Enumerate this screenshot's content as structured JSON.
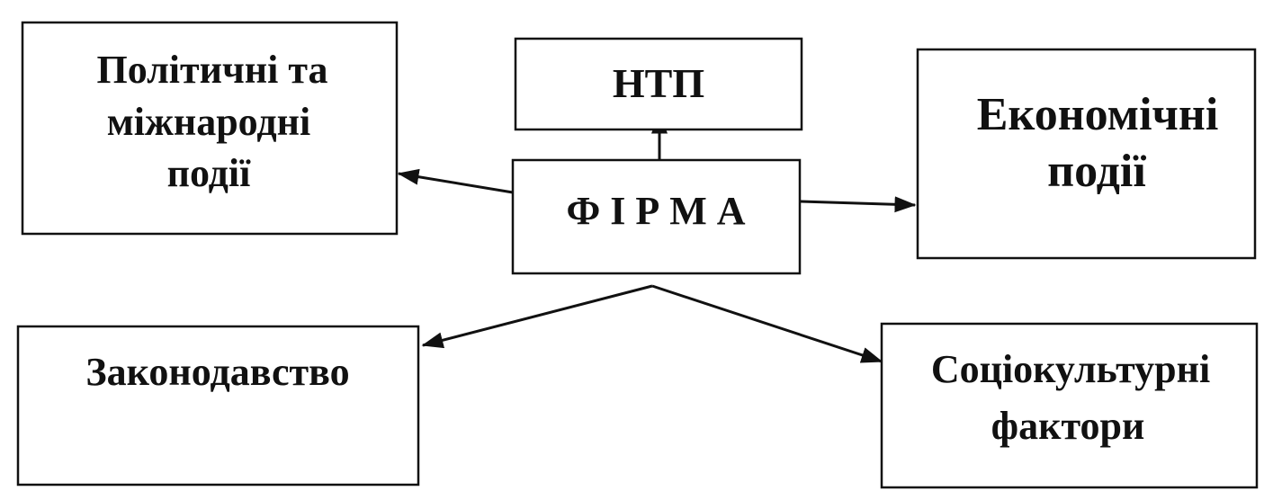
{
  "diagram": {
    "nodes": {
      "firm": {
        "label": "Ф І Р М А"
      },
      "ntp": {
        "label": "НТП"
      },
      "political": {
        "lines": [
          "Політичні та",
          "міжнародні",
          "події"
        ]
      },
      "economic": {
        "lines": [
          "Економічні",
          "події"
        ]
      },
      "legislation": {
        "label": "Законодавство"
      },
      "sociocultural": {
        "lines": [
          "Соціокультурні",
          "фактори"
        ]
      }
    },
    "edges": [
      {
        "from": "firm",
        "to": "ntp"
      },
      {
        "from": "firm",
        "to": "political"
      },
      {
        "from": "firm",
        "to": "economic"
      },
      {
        "from": "firm",
        "to": "legislation"
      },
      {
        "from": "firm",
        "to": "sociocultural"
      }
    ],
    "colors": {
      "line": "#111111",
      "background": "#ffffff"
    }
  }
}
